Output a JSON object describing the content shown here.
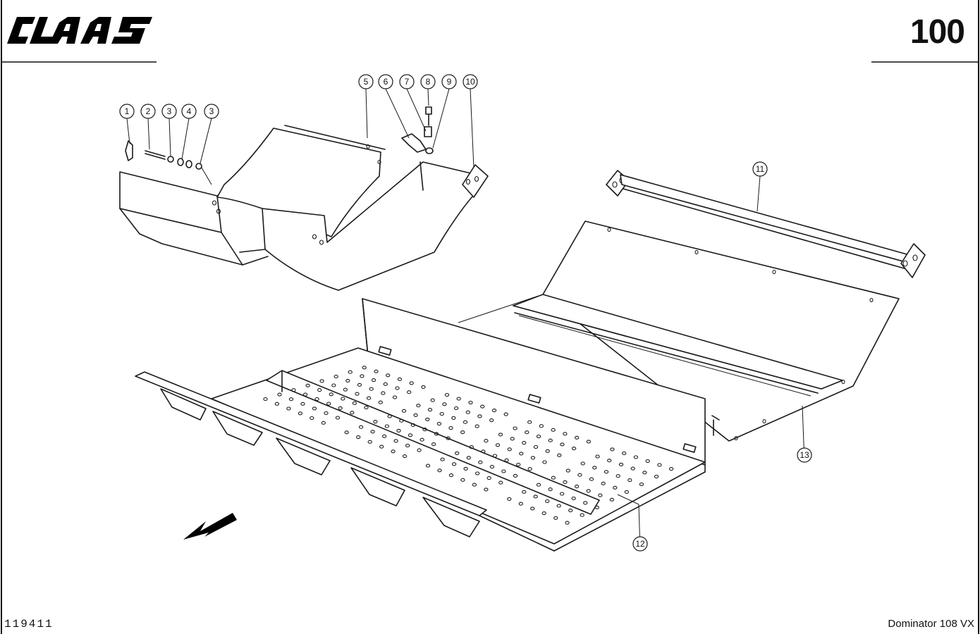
{
  "header": {
    "brand": "CLAAS",
    "page_number": "100"
  },
  "footer": {
    "drawing_number": "119411",
    "model": "Dominator 108 VX"
  },
  "callouts": [
    "1",
    "2",
    "3",
    "4",
    "3",
    "5",
    "6",
    "7",
    "8",
    "9",
    "10",
    "11",
    "12",
    "13"
  ],
  "colors": {
    "line": "#1a1a1a",
    "background": "#ffffff"
  },
  "icons": {
    "direction_arrow": "arrow-down-left-icon"
  }
}
